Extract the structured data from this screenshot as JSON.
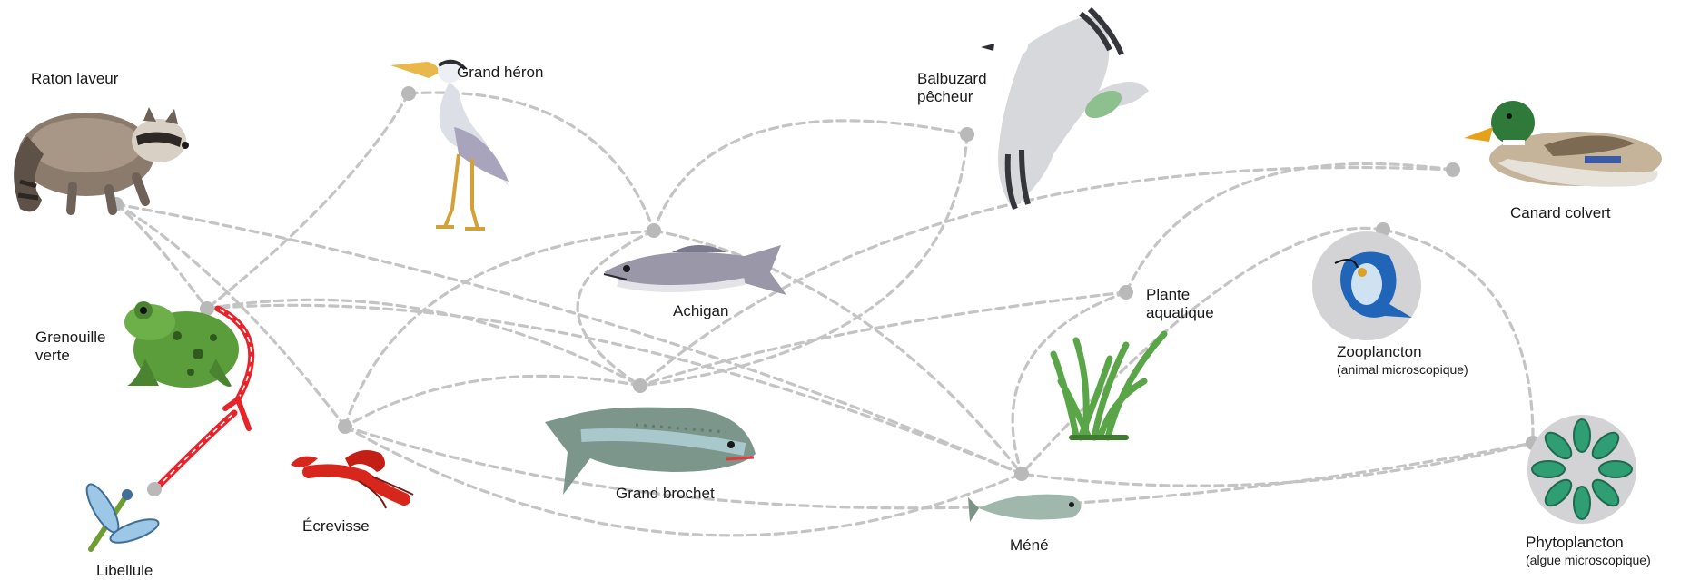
{
  "organisms": {
    "raccoon": {
      "name": "Raton laveur"
    },
    "heron": {
      "name": "Grand héron"
    },
    "osprey": {
      "name_line1": "Balbuzard",
      "name_line2": "pêcheur"
    },
    "mallard": {
      "name": "Canard colvert"
    },
    "frog": {
      "name_line1": "Grenouille",
      "name_line2": "verte"
    },
    "bass": {
      "name": "Achigan"
    },
    "plant": {
      "name_line1": "Plante",
      "name_line2": "aquatique"
    },
    "zooplankton": {
      "name": "Zooplancton",
      "note": "(animal microscopique)"
    },
    "pike": {
      "name": "Grand brochet"
    },
    "crayfish": {
      "name": "Écrevisse"
    },
    "dragonfly": {
      "name": "Libellule"
    },
    "minnow": {
      "name": "Méné"
    },
    "phytoplankton": {
      "name": "Phytoplancton",
      "note": "(algue microscopique)"
    }
  },
  "colors": {
    "link": "#c4c4c4",
    "node": "#b9b9b9",
    "highlight": "#e8242b"
  },
  "highlighted_link": {
    "from": "dragonfly",
    "to": "frog"
  }
}
